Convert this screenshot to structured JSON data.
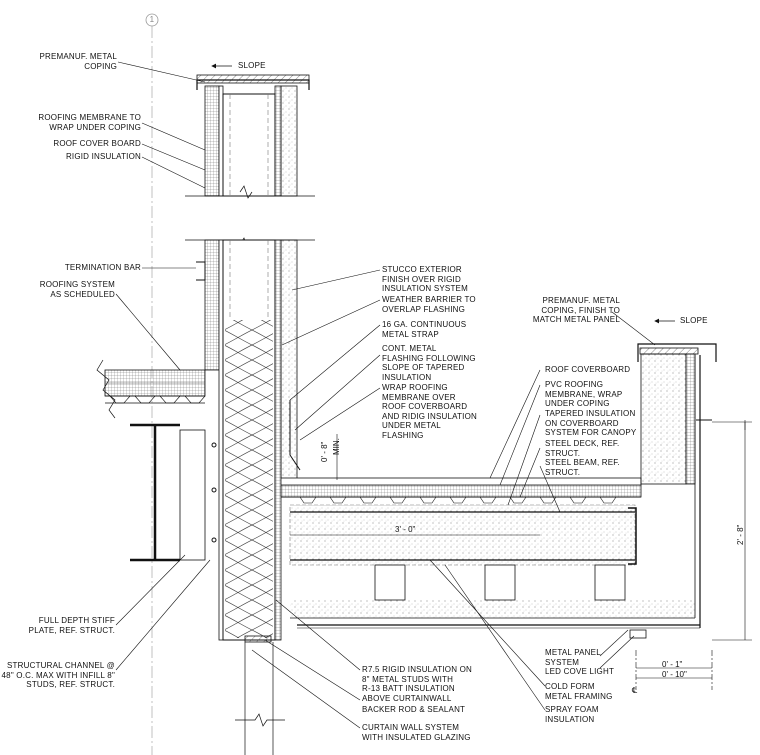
{
  "grid_bubble": "1",
  "labels_left": {
    "premanuf_metal_coping": [
      "PREMANUF. METAL",
      "COPING"
    ],
    "roofing_membrane_wrap": [
      "ROOFING MEMBRANE TO",
      "WRAP UNDER COPING"
    ],
    "roof_cover_board": [
      "ROOF COVER BOARD"
    ],
    "rigid_insulation": [
      "RIGID INSULATION"
    ],
    "termination_bar": [
      "TERMINATION BAR"
    ],
    "roofing_system": [
      "ROOFING SYSTEM",
      "AS SCHEDULED"
    ],
    "full_depth_plate": [
      "FULL DEPTH STIFF",
      "PLATE, REF. STRUCT."
    ],
    "structural_channel": [
      "STRUCTURAL CHANNEL @",
      "48\" O.C. MAX WITH INFILL 8\"",
      "STUDS, REF. STRUCT."
    ]
  },
  "labels_center": {
    "stucco": [
      "STUCCO EXTERIOR",
      "FINISH OVER RIGID",
      "INSULATION SYSTEM"
    ],
    "weather_barrier": [
      "WEATHER BARRIER TO",
      "OVERLAP FLASHING"
    ],
    "metal_strap": [
      "16 GA. CONTINUOUS",
      "METAL STRAP"
    ],
    "cont_flashing": [
      "CONT. METAL",
      "FLASHING FOLLOWING",
      "SLOPE OF TAPERED",
      "INSULATION"
    ],
    "wrap_membrane": [
      "WRAP ROOFING",
      "MEMBRANE OVER",
      "ROOF COVERBOARD",
      "AND RIDIG INSULATION",
      "UNDER METAL",
      "FLASHING"
    ],
    "r75_insulation": [
      "R7.5 RIGID INSULATION ON",
      "8\" METAL STUDS WITH",
      "R-13 BATT INSULATION",
      "ABOVE CURTAINWALL"
    ],
    "backer_rod": [
      "BACKER ROD & SEALANT"
    ],
    "curtain_wall": [
      "CURTAIN WALL SYSTEM",
      "WITH INSULATED GLAZING"
    ]
  },
  "labels_right": {
    "premanuf_coping_panel": [
      "PREMANUF. METAL",
      "COPING, FINISH TO",
      "MATCH METAL PANEL"
    ],
    "roof_coverboard": [
      "ROOF COVERBOARD"
    ],
    "pvc_membrane": [
      "PVC ROOFING",
      "MEMBRANE, WRAP",
      "UNDER COPING"
    ],
    "tapered_insulation": [
      "TAPERED INSULATION",
      "ON COVERBOARD",
      "SYSTEM FOR CANOPY"
    ],
    "steel_deck": [
      "STEEL DECK, REF.",
      "STRUCT."
    ],
    "steel_beam": [
      "STEEL BEAM, REF.",
      "STRUCT."
    ],
    "metal_panel": [
      "METAL PANEL",
      "SYSTEM"
    ],
    "led_light": [
      "LED COVE LIGHT"
    ],
    "cold_form": [
      "COLD FORM",
      "METAL FRAMING"
    ],
    "spray_foam": [
      "SPRAY FOAM",
      "INSULATION"
    ]
  },
  "slope_left": "SLOPE",
  "slope_right": "SLOPE",
  "dimensions": {
    "flashing_min": "0' - 8\"",
    "flashing_min_note": "MIN.",
    "beam_span": "3' - 0\"",
    "canopy_height": "2' - 8\"",
    "offset_1": "0' - 1\"",
    "offset_2": "0' - 10\"",
    "centerline": "℄"
  }
}
